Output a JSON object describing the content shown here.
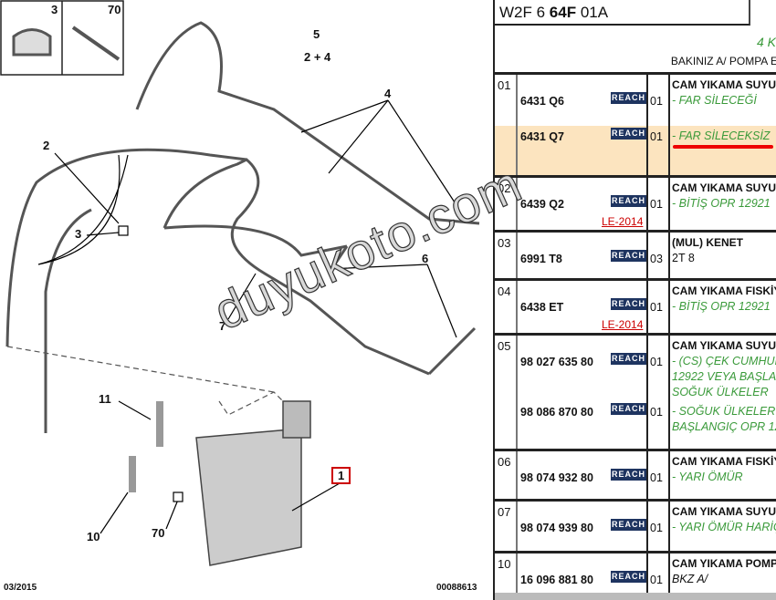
{
  "diagram": {
    "callouts": {
      "c3": "3",
      "c70top": "70",
      "c5": "5",
      "c5sub": "2 + 4",
      "c4": "4",
      "c2": "2",
      "c3b": "3",
      "c6": "6",
      "c7": "7",
      "c11": "11",
      "c10": "10",
      "c70": "70",
      "c1": "1"
    },
    "footer_date": "03/2015",
    "footer_code": "00088613",
    "watermark": "duyukoto.com"
  },
  "sheet": {
    "title_a": "W2F 6 ",
    "title_b": "64F",
    "title_c": " 01A",
    "note_green": "4 K",
    "note_ref": "BAKINIZ A/ POMPA E",
    "badge": "REACH",
    "rows": [
      {
        "num": "01",
        "items": [
          {
            "ref": "6431 Q6",
            "qty": "01",
            "desc": "CAM YIKAMA SUYU",
            "note": "- FAR SİLECEĞİ"
          },
          {
            "ref": "6431 Q7",
            "qty": "01",
            "note": "- FAR SİLECEKSİZ",
            "highlight": true
          }
        ]
      },
      {
        "num": "02",
        "ref": "6439 Q2",
        "qty": "01",
        "desc": "CAM YIKAMA SUYU",
        "note": "- BİTİŞ OPR 12921",
        "le": "LE-2014"
      },
      {
        "num": "03",
        "ref": "6991 T8",
        "qty": "03",
        "desc": "(MUL) KENET",
        "note_plain": "2T 8"
      },
      {
        "num": "04",
        "ref": "6438 ET",
        "qty": "01",
        "desc": "CAM YIKAMA FISKİY",
        "note": "- BİTİŞ OPR 12921",
        "le": "LE-2014"
      },
      {
        "num": "05",
        "items": [
          {
            "ref": "98 027 635 80",
            "qty": "01",
            "desc": "CAM YIKAMA SUYU",
            "note": "- (CS) ÇEK CUMHUI",
            "note2": "12922 VEYA BAŞLA",
            "note3": "SOĞUK ÜLKELER"
          },
          {
            "ref": "98 086 870 80",
            "qty": "01",
            "note": "- SOĞUK ÜLKELER",
            "note2": "BAŞLANGIÇ OPR 12"
          }
        ]
      },
      {
        "num": "06",
        "ref": "98 074 932 80",
        "qty": "01",
        "desc": "CAM YIKAMA FISKİY",
        "note": "- YARI ÖMÜR"
      },
      {
        "num": "07",
        "ref": "98 074 939 80",
        "qty": "01",
        "desc": "CAM YIKAMA SUYU",
        "note": "- YARI ÖMÜR HARİÇ"
      },
      {
        "num": "10",
        "ref": "16 096 881 80",
        "qty": "01",
        "desc": "CAM YIKAMA POMP",
        "note_plain": "BKZ A/"
      }
    ]
  }
}
